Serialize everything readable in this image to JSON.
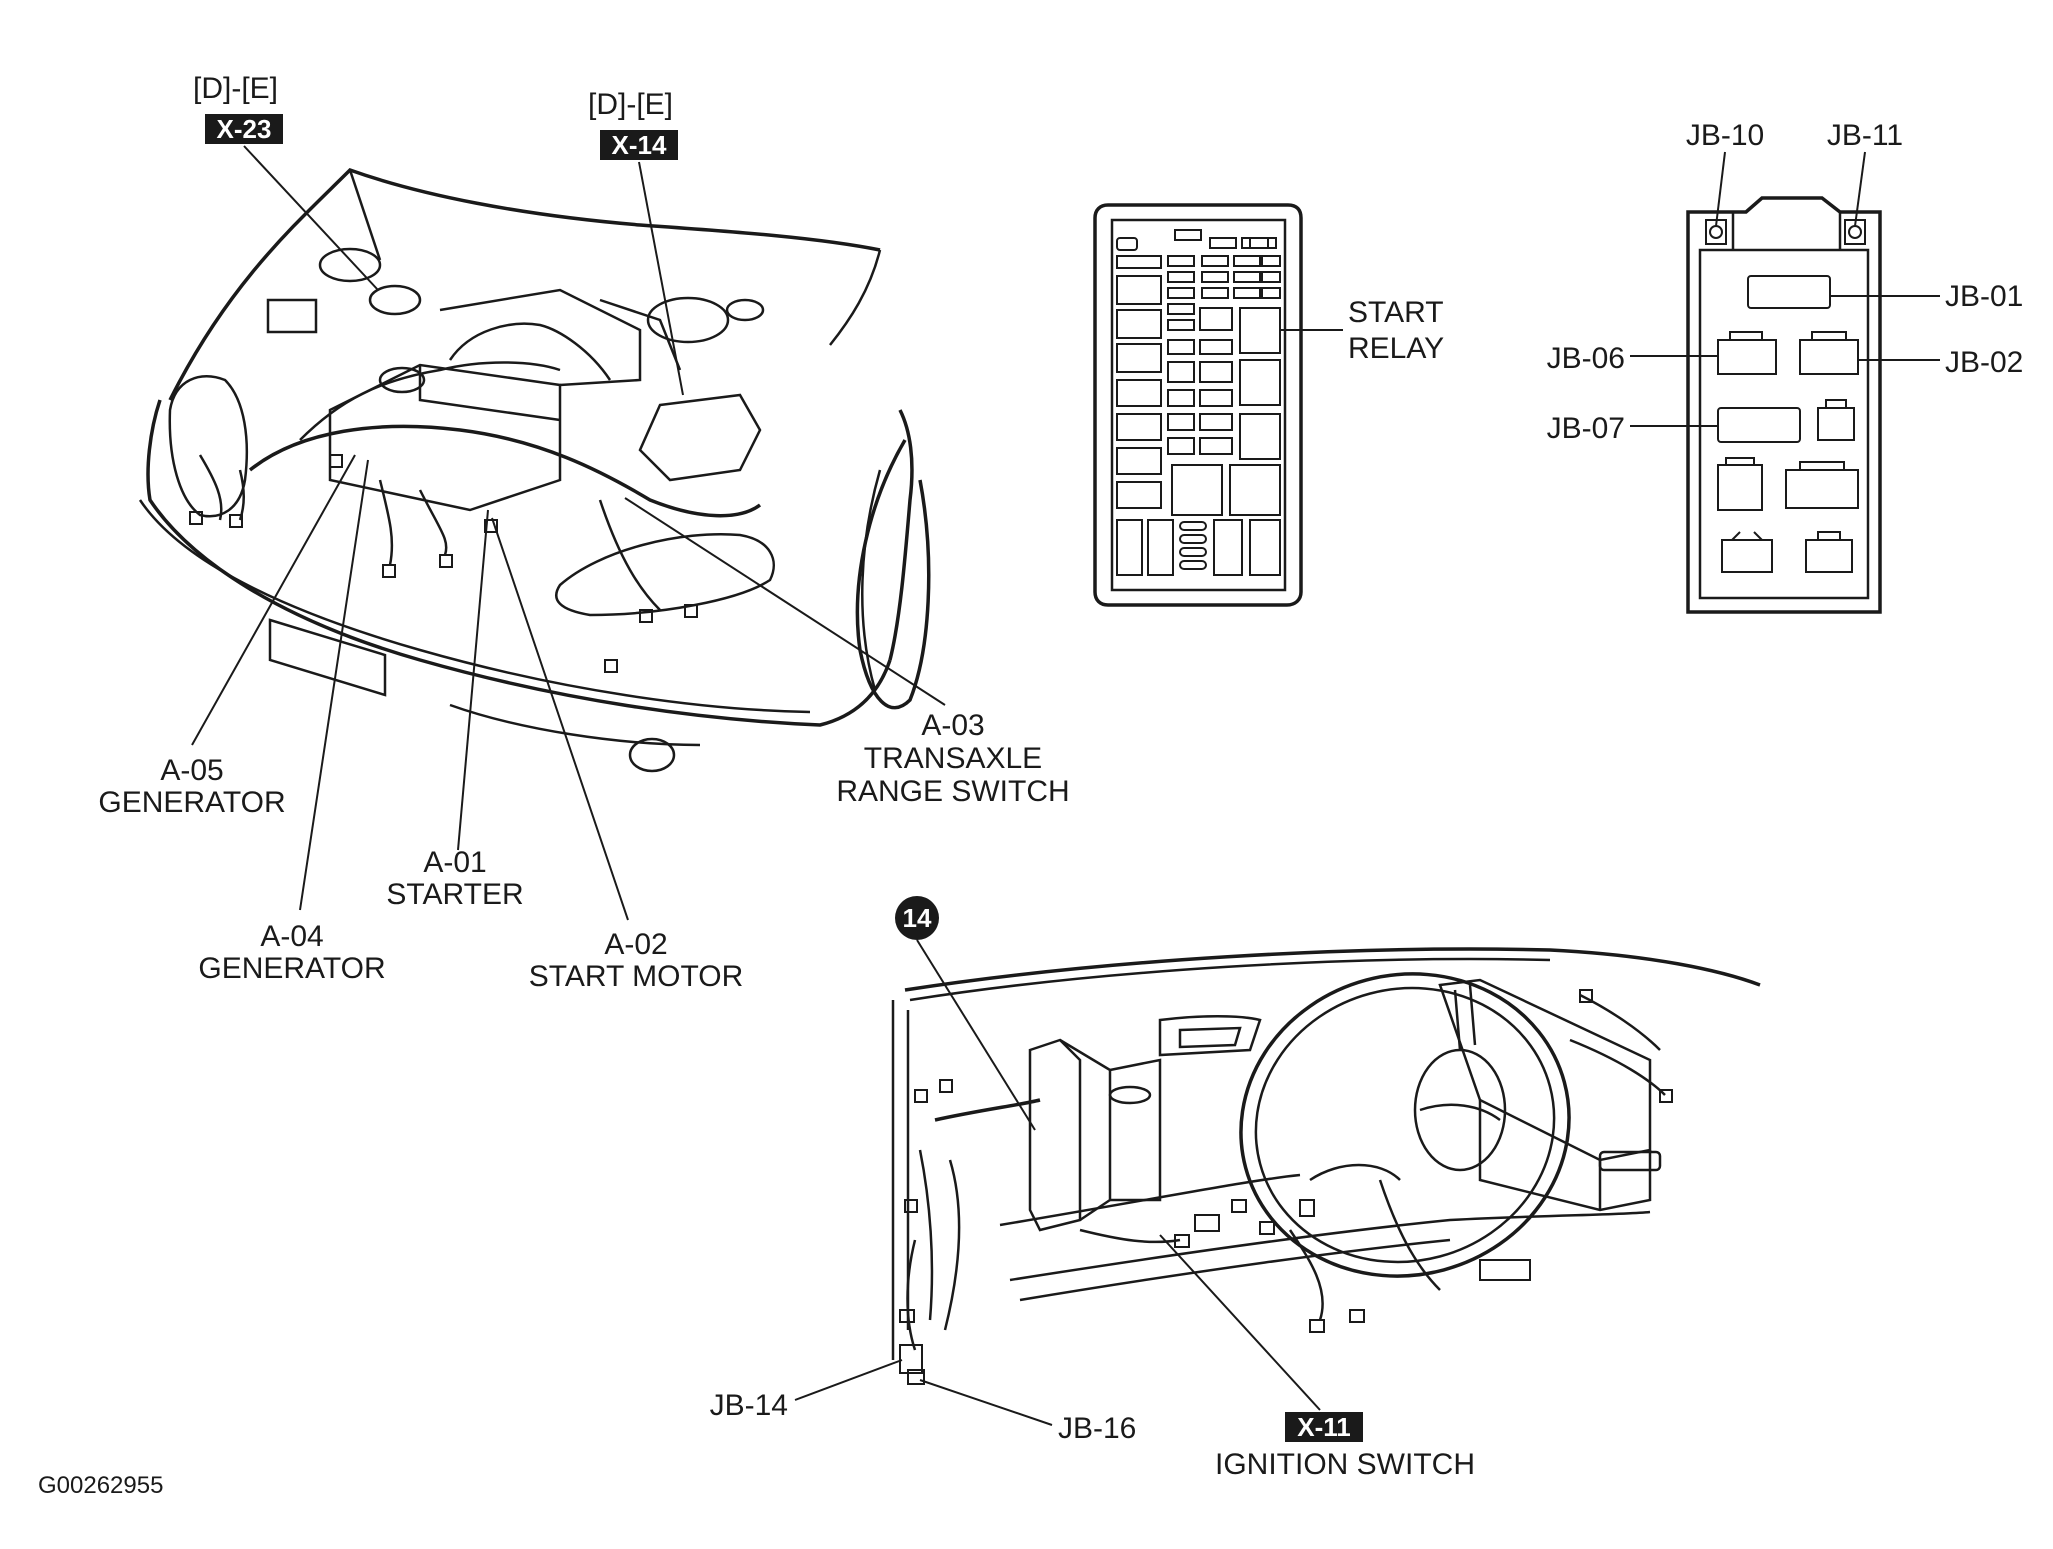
{
  "engine_bay": {
    "callout_left": {
      "location": "[D]-[E]",
      "badge": "X-23"
    },
    "callout_right": {
      "location": "[D]-[E]",
      "badge": "X-14"
    },
    "labels": {
      "a05_code": "A-05",
      "a05_name": "GENERATOR",
      "a04_code": "A-04",
      "a04_name": "GENERATOR",
      "a01_code": "A-01",
      "a01_name": "STARTER",
      "a02_code": "A-02",
      "a02_name": "START MOTOR",
      "a03_code": "A-03",
      "a03_name_1": "TRANSAXLE",
      "a03_name_2": "RANGE SWITCH"
    }
  },
  "relay_box": {
    "label_1": "START",
    "label_2": "RELAY"
  },
  "junction_box": {
    "jb10": "JB-10",
    "jb11": "JB-11",
    "jb01": "JB-01",
    "jb02": "JB-02",
    "jb06": "JB-06",
    "jb07": "JB-07"
  },
  "dashboard": {
    "marker": "14",
    "jb14": "JB-14",
    "jb16": "JB-16",
    "ignition_badge": "X-11",
    "ignition_label": "IGNITION SWITCH"
  },
  "figure_id": "G00262955"
}
